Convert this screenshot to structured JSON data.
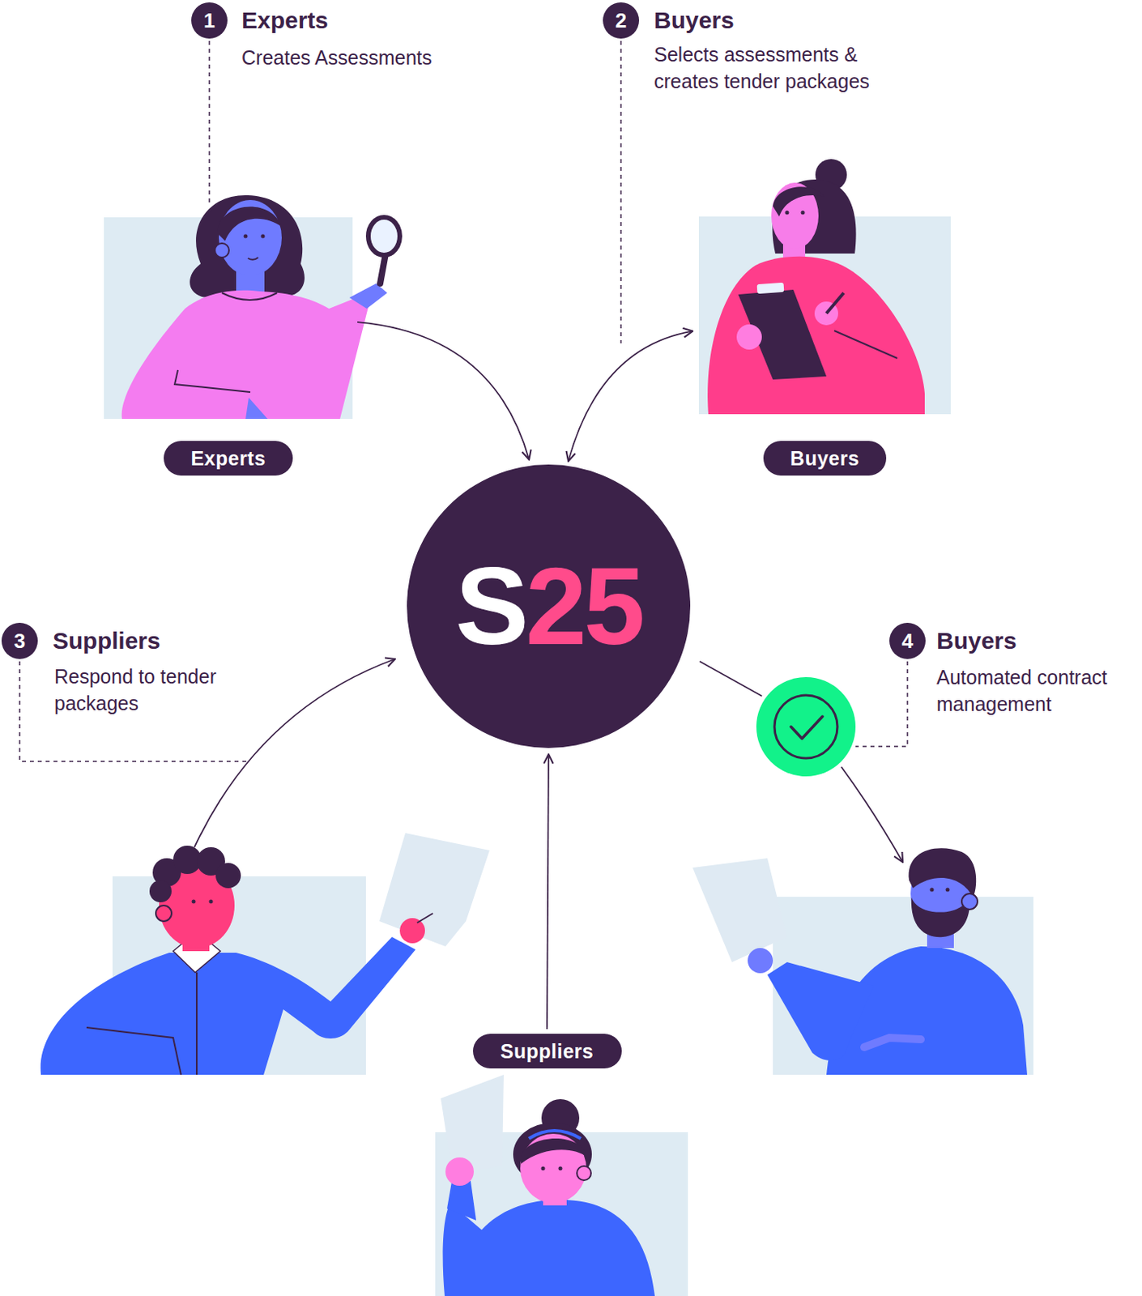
{
  "diagram": {
    "nodes": [
      {
        "text": [
          "Experts"
        ]
      },
      {
        "text": [
          "Buyers"
        ]
      },
      {
        "text": [
          "S25"
        ]
      },
      {
        "text": [
          "Suppliers"
        ]
      }
    ],
    "edges": [
      {
        "from": 0,
        "to": 2,
        "arrow": "to"
      },
      {
        "from": 2,
        "to": 1,
        "arrow": "both"
      },
      {
        "from": 3,
        "to": 2,
        "arrow": "to"
      }
    ],
    "labels": [
      "1",
      "Experts",
      "Creates Assessments",
      "2",
      "Buyers",
      "Selects assessments & creates tender packages",
      "3",
      "Suppliers",
      "Respond to tender packages",
      "4",
      "Buyers",
      "Automated contract management"
    ]
  }
}
